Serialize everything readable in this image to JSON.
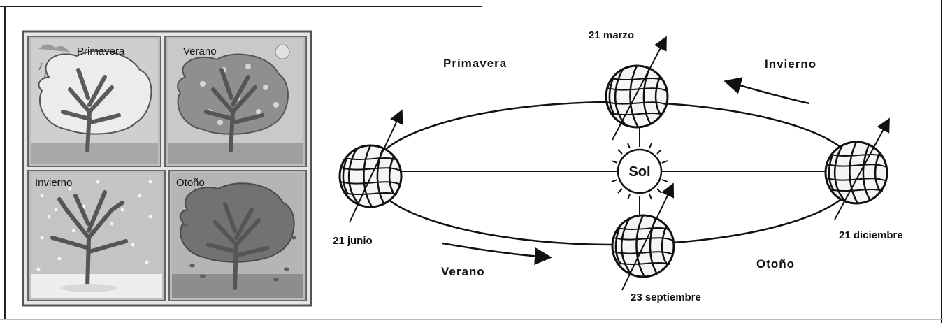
{
  "panels": {
    "spring": "Primavera",
    "summer": "Verano",
    "winter": "Invierno",
    "autumn": "Otoño"
  },
  "orbit": {
    "sun": "Sol",
    "seasons": {
      "spring": "Primavera",
      "winter": "Invierno",
      "summer": "Verano",
      "autumn": "Otoño"
    },
    "dates": {
      "march": "21 marzo",
      "june": "21 junio",
      "september": "23 septiembre",
      "december": "21 diciembre"
    }
  },
  "colors": {
    "ink": "#111111",
    "panel_border": "#555555",
    "panel_bg": "#b8b8b8",
    "trunk": "#555555",
    "foliage_spring": "#e9e9e9",
    "foliage_summer": "#8c8c8c",
    "foliage_autumn": "#6e6e6e",
    "snow_bg": "#c6c6c6"
  }
}
